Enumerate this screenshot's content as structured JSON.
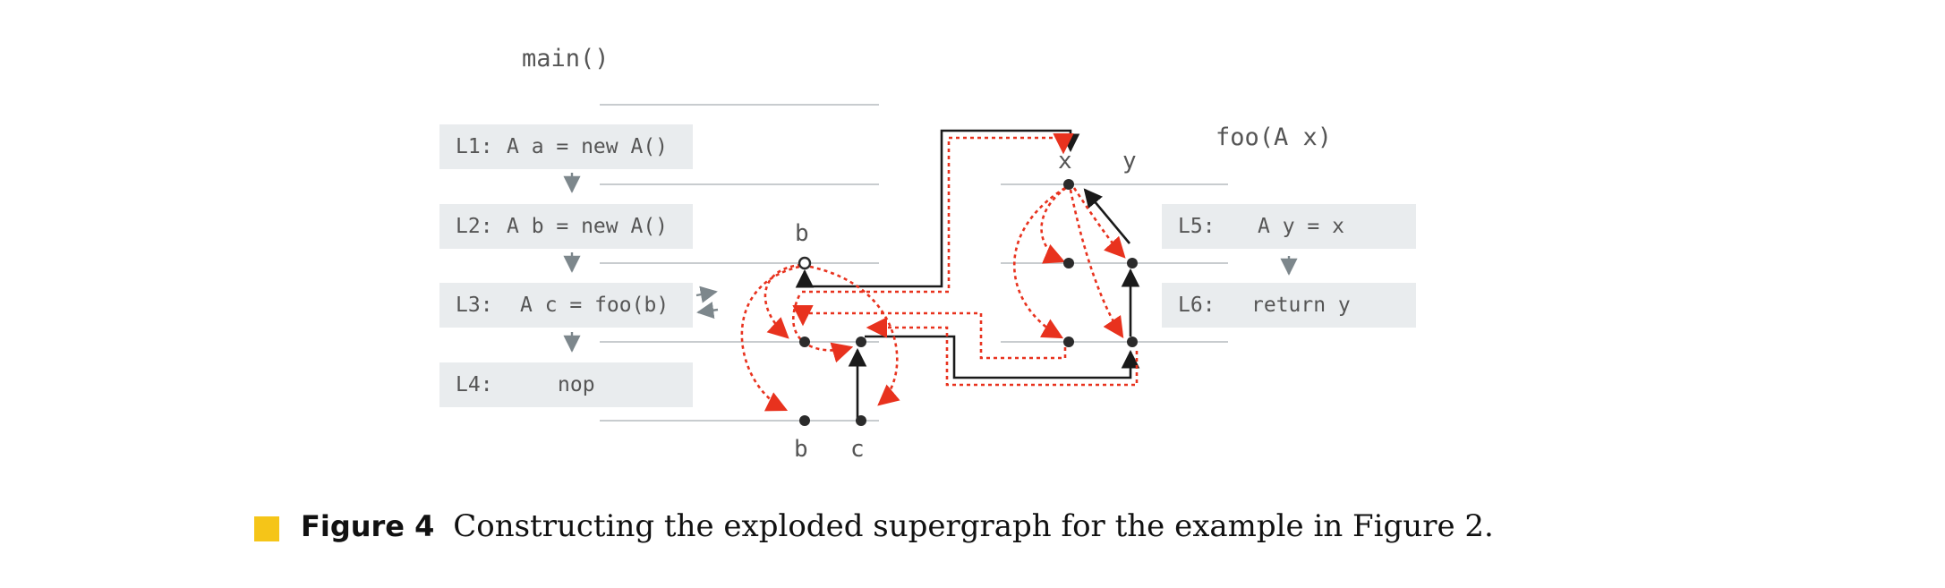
{
  "main": {
    "title": "main()",
    "statements": [
      {
        "label": "L1:",
        "code": "A a = new A()"
      },
      {
        "label": "L2:",
        "code": "A b = new A()"
      },
      {
        "label": "L3:",
        "code": "A c = foo(b)"
      },
      {
        "label": "L4:",
        "code": "nop"
      }
    ],
    "top_var_label": "b",
    "bottom_var_labels": [
      "b",
      "c"
    ]
  },
  "foo": {
    "title": "foo(A x)",
    "statements": [
      {
        "label": "L5:",
        "code": "A y = x"
      },
      {
        "label": "L6:",
        "code": "return y"
      }
    ],
    "var_labels": [
      "x",
      "y"
    ]
  },
  "caption": {
    "number": "Figure 4",
    "text": "Constructing the exploded supergraph for the example in Figure 2."
  },
  "colors": {
    "edge_black": "#1a1a1a",
    "edge_red": "#e8321e",
    "box_bg": "#e9ecee",
    "marker": "#f5c518",
    "gray_line": "#c8cccf"
  }
}
